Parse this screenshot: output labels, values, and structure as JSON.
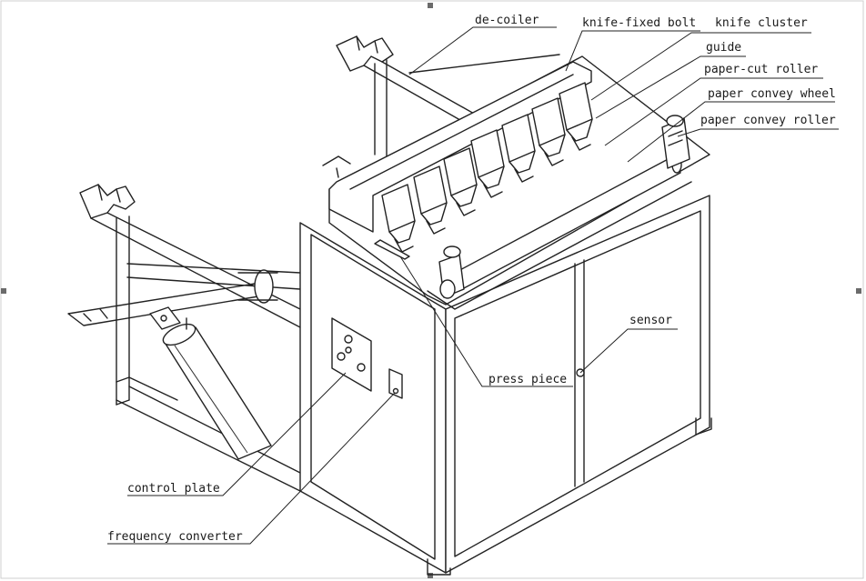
{
  "labels": {
    "decoiler": "de-coiler",
    "knife_fixed_bolt": "knife-fixed bolt",
    "knife_cluster": "knife cluster",
    "guide": "guide",
    "paper_cut_roller": "paper-cut roller",
    "paper_convey_wheel": "paper convey wheel",
    "paper_convey_roller": "paper convey roller",
    "sensor": "sensor",
    "press_piece": "press piece",
    "control_plate": "control plate",
    "frequency_converter": "frequency converter"
  },
  "colors": {
    "background": "#ffffff",
    "line": "#222222",
    "frame_border": "#cfcfcf",
    "corner_handle": "#6b6b6b"
  }
}
